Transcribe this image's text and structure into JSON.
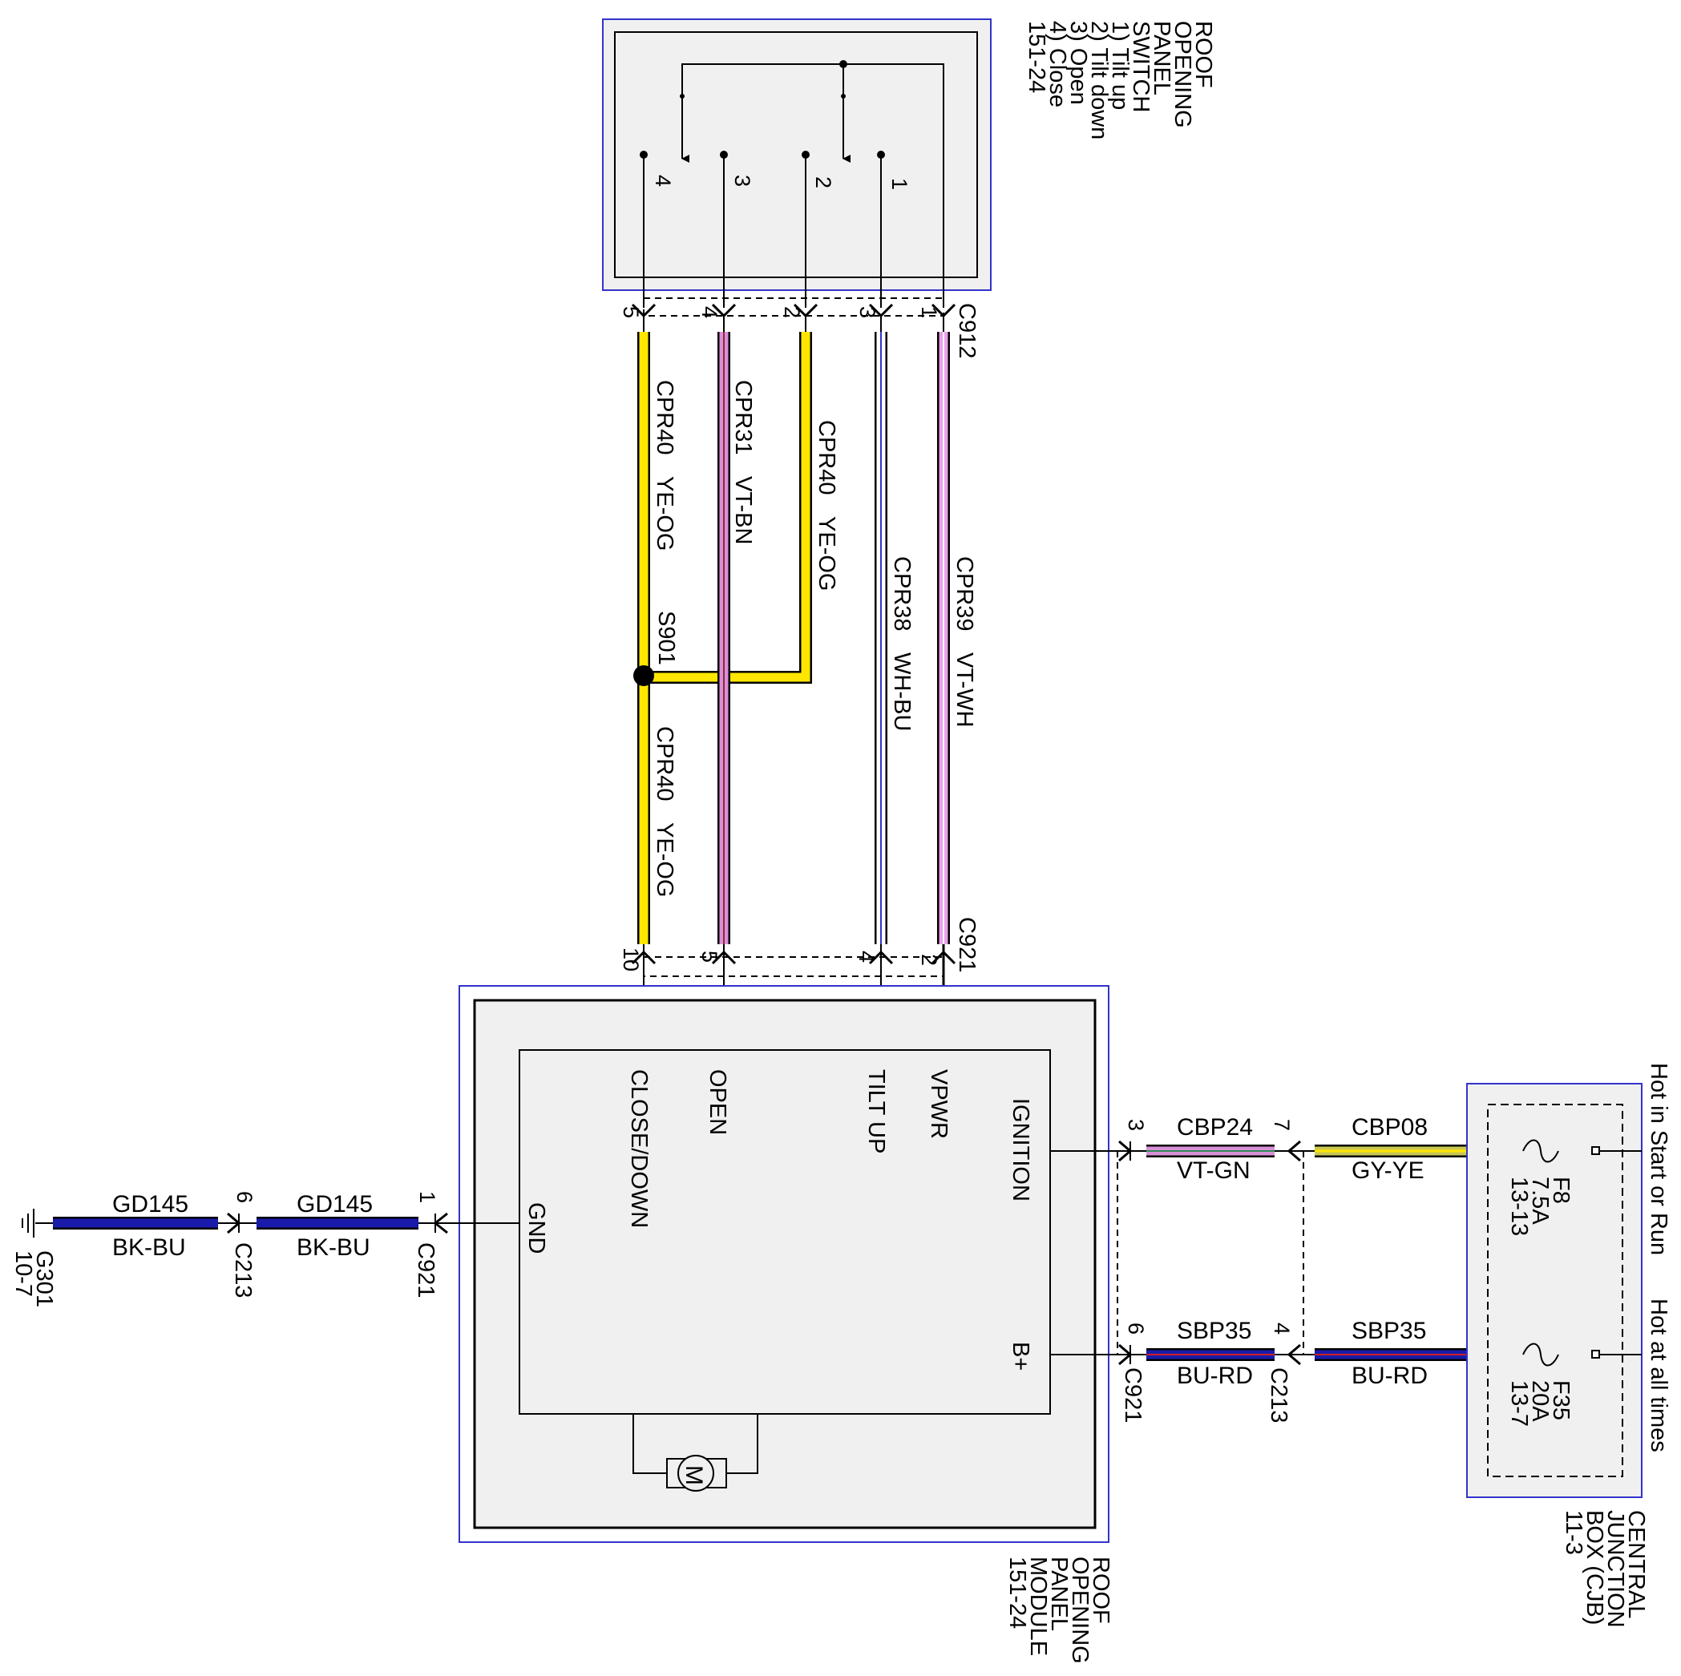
{
  "switch": {
    "title_lines": [
      "ROOF",
      "OPENING",
      "PANEL",
      "SWITCH",
      "1) Tilt up",
      "2) Tilt down",
      "3) Open",
      "4) Close",
      "151-24"
    ],
    "terminals": [
      "4",
      "3",
      "2",
      "1"
    ]
  },
  "connectors": {
    "c912": {
      "name": "C912",
      "pins": [
        "5",
        "4",
        "2",
        "3",
        "1"
      ]
    },
    "c921_top": {
      "name": "C921",
      "pins": [
        "10",
        "5",
        "4",
        "2"
      ]
    },
    "c921_gnd": {
      "name": "C921",
      "pin": "1"
    },
    "c213_gnd": {
      "name": "C213",
      "pin": "6"
    },
    "c921_right": {
      "name": "C921",
      "pins": [
        "3",
        "6"
      ]
    },
    "c213_right": {
      "name": "C213",
      "pins": [
        "7",
        "4"
      ]
    }
  },
  "wires": {
    "w_close_upper": {
      "circuit": "CPR40",
      "color": "YE-OG",
      "hex": "#ffe600"
    },
    "w_open": {
      "circuit": "CPR31",
      "color": "VT-BN",
      "hex": "#e08ae0"
    },
    "w_down": {
      "circuit": "CPR40",
      "color": "YE-OG",
      "hex": "#ffe600"
    },
    "w_tilt": {
      "circuit": "CPR38",
      "color": "WH-BU",
      "hex": "#3333cc"
    },
    "w_vpwr": {
      "circuit": "CPR39",
      "color": "VT-WH",
      "hex": "#e8a0e8"
    },
    "w_close_lower": {
      "circuit": "CPR40",
      "color": "YE-OG",
      "hex": "#ffe600"
    },
    "w_ign_left": {
      "circuit": "CBP24",
      "color": "VT-GN",
      "hex": "#d890d8"
    },
    "w_ign_right": {
      "circuit": "CBP08",
      "color": "GY-YE",
      "hex": "#c8c850"
    },
    "w_bplus_left": {
      "circuit": "SBP35",
      "color": "BU-RD",
      "hex": "#1a1aaa"
    },
    "w_bplus_right": {
      "circuit": "SBP35",
      "color": "BU-RD",
      "hex": "#1a1aaa"
    },
    "w_gnd_left": {
      "circuit": "GD145",
      "color": "BK-BU",
      "hex": "#1a1aaa"
    },
    "w_gnd_right": {
      "circuit": "GD145",
      "color": "BK-BU",
      "hex": "#1a1aaa"
    }
  },
  "splice": {
    "name": "S901"
  },
  "module": {
    "title_lines": [
      "ROOF",
      "OPENING",
      "PANEL",
      "MODULE",
      "151-24"
    ],
    "pins": {
      "close_down": "CLOSE/DOWN",
      "open": "OPEN",
      "tilt_up": "TILT UP",
      "vpwr": "VPWR",
      "ignition": "IGNITION",
      "bplus": "B+",
      "gnd": "GND"
    },
    "motor_label": "M"
  },
  "cjb": {
    "title_lines": [
      "CENTRAL",
      "JUNCTION",
      "BOX (CJB)",
      "11-3"
    ],
    "fuse1": {
      "lines": [
        "F8",
        "7.5A",
        "13-13"
      ]
    },
    "fuse2": {
      "lines": [
        "F35",
        "20A",
        "13-7"
      ]
    },
    "feed1": "Hot in Start or Run",
    "feed2": "Hot at all times"
  },
  "ground": {
    "name": "G301",
    "ref": "10-7"
  }
}
